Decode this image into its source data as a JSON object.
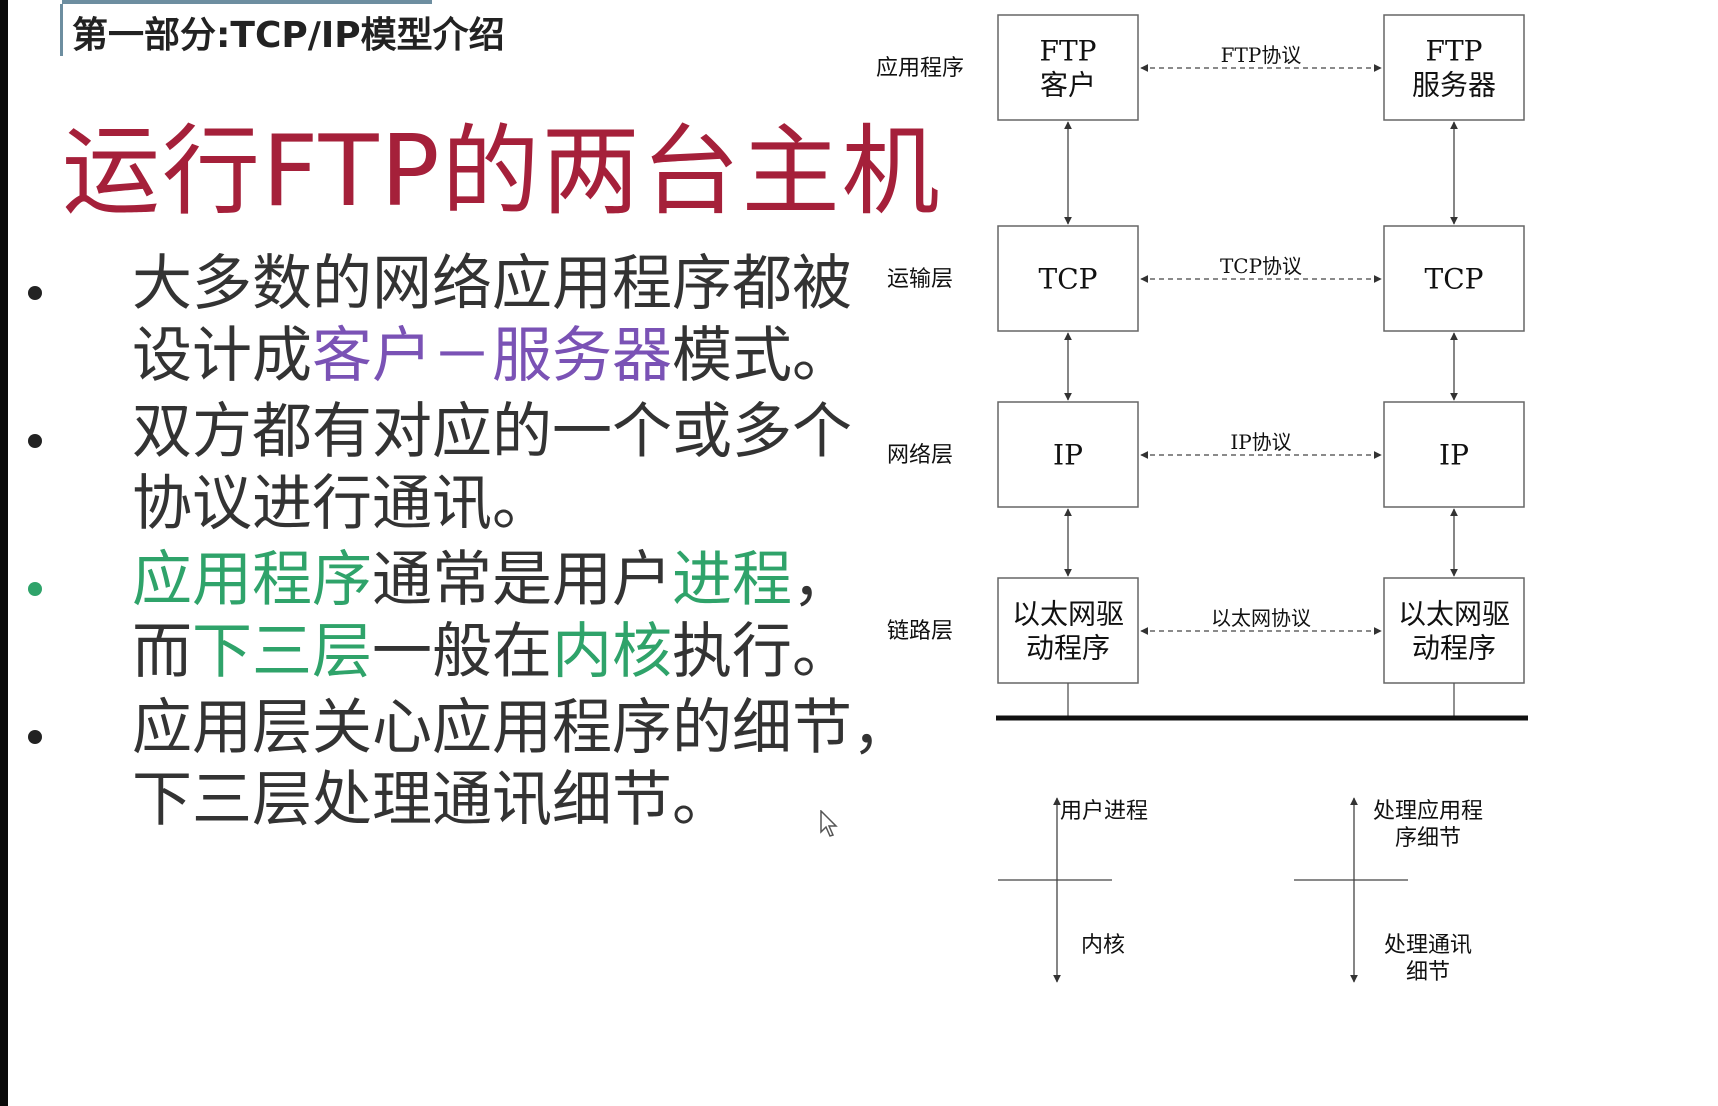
{
  "header": {
    "section": "第一部分:TCP/IP模型介绍"
  },
  "title": "运行FTP的两台主机",
  "bullets": [
    {
      "lines": [
        [
          {
            "text": "大多数的网络应用程序都被",
            "style": "normal"
          }
        ],
        [
          {
            "text": "设计成",
            "style": "normal"
          },
          {
            "text": "客户－服务器",
            "style": "purple"
          },
          {
            "text": "模式。",
            "style": "normal"
          }
        ]
      ],
      "dot": "dark"
    },
    {
      "lines": [
        [
          {
            "text": "双方都有对应的一个或多个",
            "style": "normal"
          }
        ],
        [
          {
            "text": "协议进行通讯。",
            "style": "normal"
          }
        ]
      ],
      "dot": "dark"
    },
    {
      "lines": [
        [
          {
            "text": "应用程序",
            "style": "green"
          },
          {
            "text": "通常是用户",
            "style": "normal"
          },
          {
            "text": "进程",
            "style": "green"
          },
          {
            "text": "，",
            "style": "normal"
          }
        ],
        [
          {
            "text": "而",
            "style": "normal"
          },
          {
            "text": "下三层",
            "style": "green"
          },
          {
            "text": "一般在",
            "style": "normal"
          },
          {
            "text": "内核",
            "style": "green"
          },
          {
            "text": "执行。",
            "style": "normal"
          }
        ]
      ],
      "dot": "green"
    },
    {
      "lines": [
        [
          {
            "text": "应用层关心应用程序的细节，",
            "style": "normal"
          }
        ],
        [
          {
            "text": "下三层处理通讯细节。",
            "style": "normal"
          }
        ]
      ],
      "dot": "dark"
    }
  ],
  "diagram": {
    "layers": [
      {
        "label": "应用程序",
        "left": [
          "FTP",
          "客户"
        ],
        "right": [
          "FTP",
          "服务器"
        ],
        "protocol": "FTP协议"
      },
      {
        "label": "运输层",
        "left": [
          "TCP"
        ],
        "right": [
          "TCP"
        ],
        "protocol": "TCP协议"
      },
      {
        "label": "网络层",
        "left": [
          "IP"
        ],
        "right": [
          "IP"
        ],
        "protocol": "IP协议"
      },
      {
        "label": "链路层",
        "left": [
          "以太网驱",
          "动程序"
        ],
        "right": [
          "以太网驱",
          "动程序"
        ],
        "protocol": "以太网协议"
      }
    ],
    "legend_left": {
      "top": "用户进程",
      "bottom": "内核"
    },
    "legend_right": {
      "top": [
        "处理应用程",
        "序细节"
      ],
      "bottom": [
        "处理通讯",
        "细节"
      ]
    }
  },
  "colors": {
    "title": "#a5203a",
    "purple": "#7a52b5",
    "green": "#2fa36a",
    "text": "#333333"
  }
}
